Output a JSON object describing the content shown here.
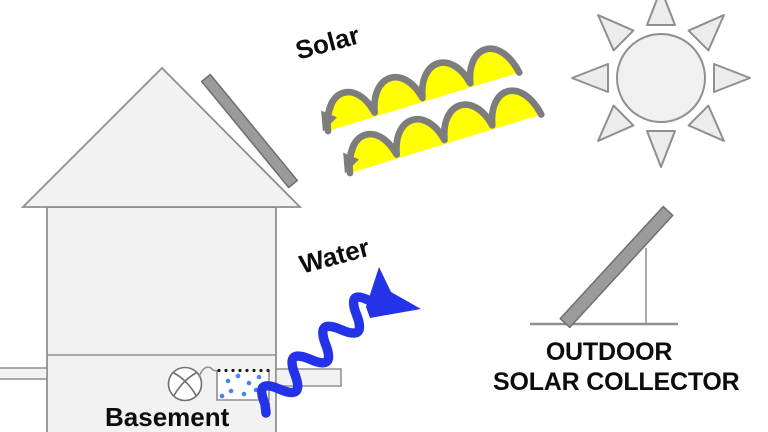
{
  "diagram": {
    "house": {
      "basement_label": "Basement"
    },
    "solar_arrow": {
      "label": "Solar"
    },
    "water_arrow": {
      "label": "Water"
    },
    "collector": {
      "caption_line1": "OUTDOOR",
      "caption_line2": "SOLAR COLLECTOR"
    },
    "colors": {
      "background": "#ffffff",
      "outline": "#8f8f8f",
      "structure_fill": "#f2f2f2",
      "sun_fill": "#f0f0f0",
      "ray_fill": "#ececec",
      "panel_gray": "#9b9b9b",
      "panel_edge": "#6f6f6f",
      "wave_gray": "#7d7d7d",
      "solar_yellow": "#ffff00",
      "water_blue": "#2433e8",
      "droplet_blue": "#4285f4",
      "text": "#0d0d0d"
    },
    "icons": {
      "sun-icon": "circle with 8 triangular rays",
      "house-icon": "gabled house outline with basement",
      "roof-panel-icon": "tilted gray bar on roof",
      "pump-icon": "circle with crossed curved blades",
      "water-tank-icon": "open-top tub with water droplets",
      "solar-wave-arrow-icon": "gray sine wave over yellow ribbon, arrow lower-left",
      "water-wave-arrow-icon": "blue zigzag wave, arrow upper-right",
      "outdoor-collector-icon": "tilted panel with support on ground line"
    }
  }
}
